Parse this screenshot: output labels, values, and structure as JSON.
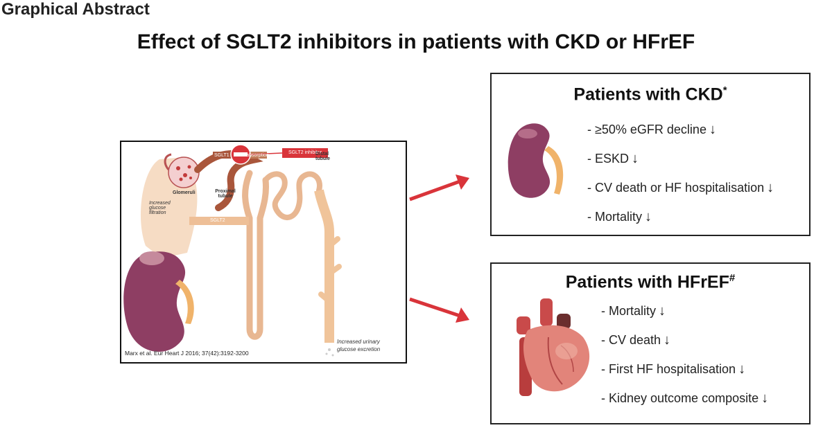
{
  "heading": "Graphical Abstract",
  "title": "Effect of SGLT2 inhibitors in patients with CKD or HFrEF",
  "figure": {
    "inhibitor_tag": "SGLT2 inhibitor",
    "label_sglt1_left": "SGLT1",
    "label_sglt1_right": "reabsorption",
    "label_glomeruli": "Glomeruli",
    "label_proximal": "Proximal tubule",
    "label_distal": "Distal tubule",
    "label_sglt2": "SGLT2",
    "label_increased_filtration": "Increased glucose filtration",
    "excretion_line1": "Increased urinary",
    "excretion_line2": "glucose excretion",
    "citation": "Marx et al. Eur Heart J 2016; 37(42):3192-3200"
  },
  "ckd": {
    "title": "Patients with CKD",
    "title_mark": "*",
    "arrow_glyph": "↓",
    "outcomes": [
      "- ≥50% eGFR decline",
      "- ESKD",
      "- CV death or HF hospitalisation",
      "- Mortality"
    ]
  },
  "hfref": {
    "title": "Patients with HFrEF",
    "title_mark": "#",
    "arrow_glyph": "↓",
    "outcomes": [
      "- Mortality",
      "- CV death",
      "- First HF hospitalisation",
      "- Kidney outcome composite"
    ]
  },
  "colors": {
    "arrow_red": "#d9343a",
    "kidney": "#8e3e63",
    "ureter": "#f0b36a",
    "heart": "#d9706a"
  }
}
